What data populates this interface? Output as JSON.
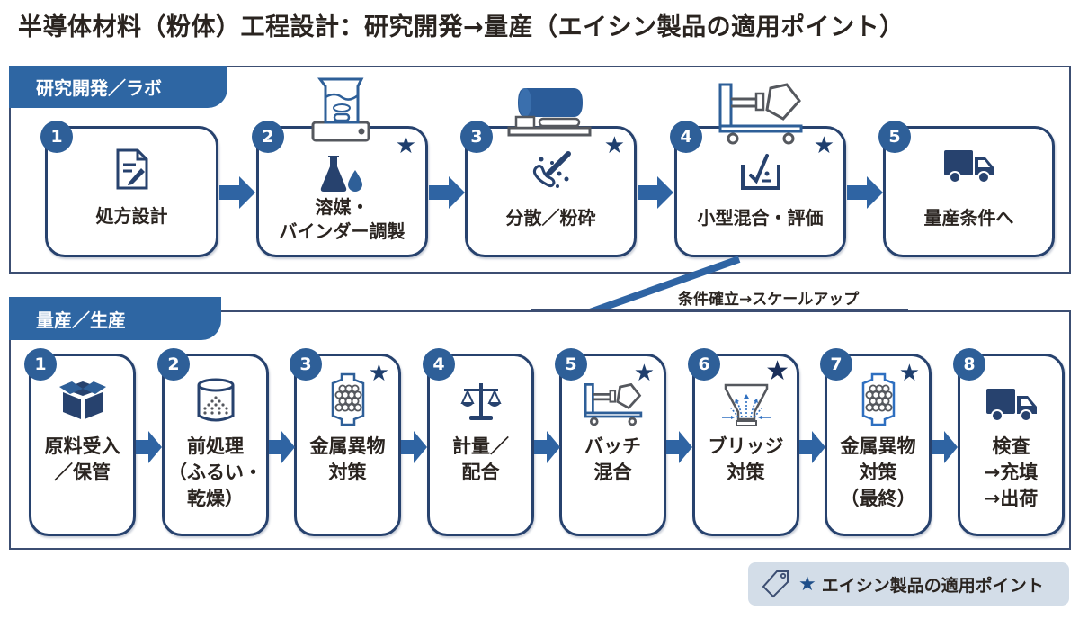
{
  "title": "半導体材料（粉体）工程設計：研究開発→量産（エイシン製品の適用ポイント）",
  "rd_section": {
    "header": "研究開発／ラボ",
    "steps": [
      {
        "number": "1",
        "label": "処方設計",
        "icon": "document-pen-icon",
        "star": false
      },
      {
        "number": "2",
        "label": "溶媒・\nバインダー調製",
        "icon": "flask-droplet-icon",
        "equipment": "magnetic-stirrer-beaker-icon",
        "star": true
      },
      {
        "number": "3",
        "label": "分散／粉砕",
        "icon": "mortar-pestle-particles-icon",
        "equipment": "ball-mill-icon",
        "star": true
      },
      {
        "number": "4",
        "label": "小型混合・評価",
        "icon": "container-check-icon",
        "equipment": "cart-mixer-icon",
        "star": true
      },
      {
        "number": "5",
        "label": "量産条件へ",
        "icon": "truck-icon",
        "star": false
      }
    ]
  },
  "transition_label": "条件確立→スケールアップ",
  "production_section": {
    "header": "量産／生産",
    "steps": [
      {
        "number": "1",
        "label": "原料受入\n／保管",
        "icon": "box-icon",
        "star": false
      },
      {
        "number": "2",
        "label": "前処理\n（ふるい・\n乾燥）",
        "icon": "drum-powder-icon",
        "star": false
      },
      {
        "number": "3",
        "label": "金属異物\n対策",
        "icon": "magnet-filter-icon",
        "star": true
      },
      {
        "number": "4",
        "label": "計量／\n配合",
        "icon": "balance-scale-icon",
        "star": false
      },
      {
        "number": "5",
        "label": "バッチ\n混合",
        "icon": "cart-mixer-icon",
        "star": true
      },
      {
        "number": "6",
        "label": "ブリッジ\n対策",
        "icon": "hopper-airflow-icon",
        "star": true
      },
      {
        "number": "7",
        "label": "金属異物\n対策\n（最終）",
        "icon": "magnet-filter-icon",
        "star": true
      },
      {
        "number": "8",
        "label": "検査\n→充填\n→出荷",
        "icon": "truck-icon",
        "star": false
      }
    ]
  },
  "legend": {
    "icon": "tag-icon",
    "star": "★",
    "text": "エイシン製品の適用ポイント"
  },
  "star_glyph": "★",
  "colors": {
    "primary_blue": "#2e66a3",
    "dark_navy": "#27426e",
    "arrow_blue": "#2f64a3",
    "legend_bg": "#d3dde8",
    "text": "#2a2420"
  }
}
